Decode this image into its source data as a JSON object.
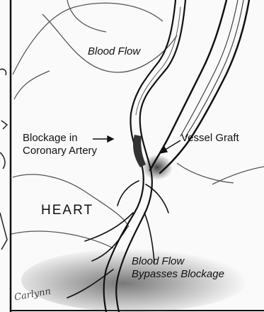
{
  "labels": {
    "blood_flow_top": "Blood Flow",
    "blockage_line1": "Blockage in",
    "blockage_line2": "Coronary Artery",
    "vessel_graft": "Vessel Graft",
    "heart": "HEART",
    "bypass_line1": "Blood Flow",
    "bypass_line2": "Bypasses Blockage"
  },
  "signature": "Carlynn",
  "colors": {
    "background": "#fafafa",
    "ink": "#111111",
    "shading": "#777777"
  }
}
